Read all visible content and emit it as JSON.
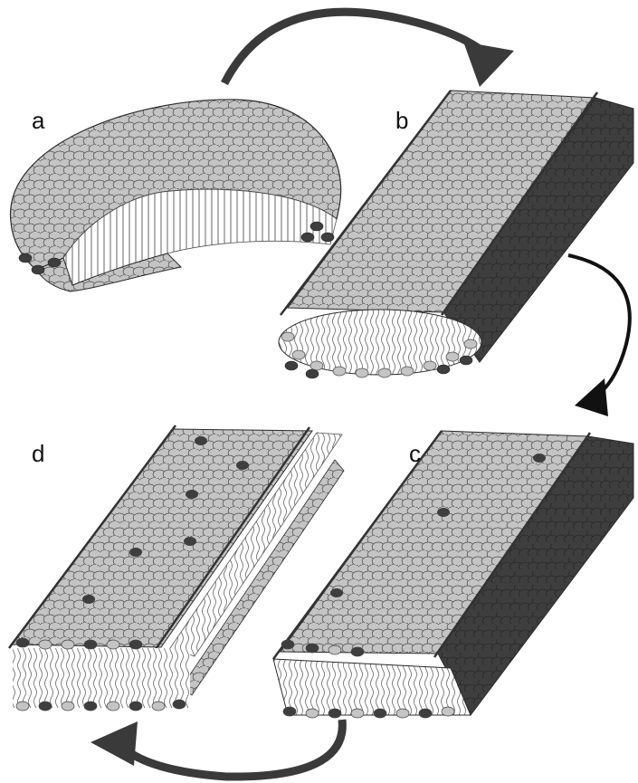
{
  "panels": [
    {
      "id": "a",
      "label": "a"
    },
    {
      "id": "b",
      "label": "b"
    },
    {
      "id": "c",
      "label": "c"
    },
    {
      "id": "d",
      "label": "d"
    }
  ],
  "colors": {
    "light_head": "#c4c4c4",
    "dark_head": "#3e3e3e",
    "outline": "#2b2b2b",
    "arrow": "#3a3a3a"
  },
  "icons": [
    "cycle-arrow-icon"
  ]
}
